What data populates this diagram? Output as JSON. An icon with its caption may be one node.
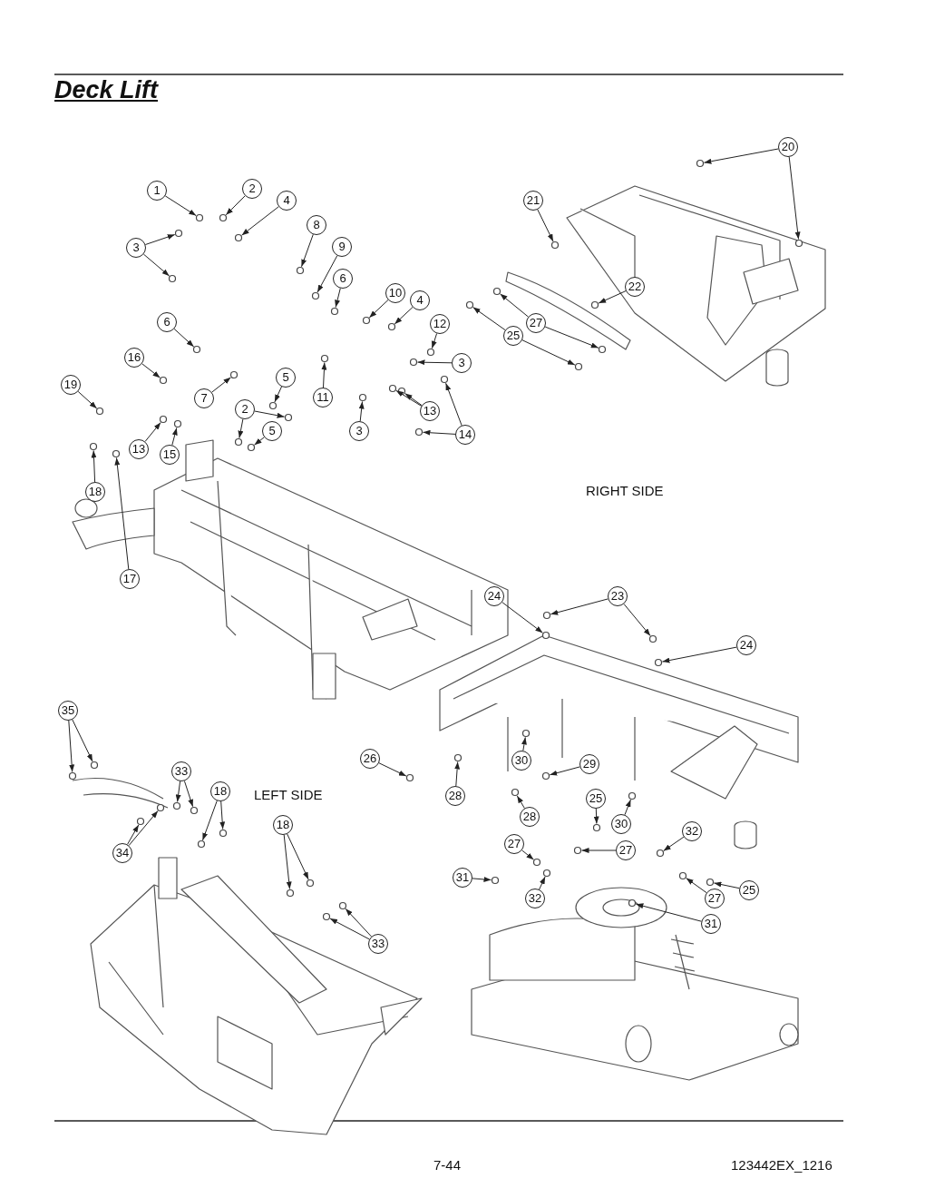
{
  "diagram": {
    "title": "Deck Lift",
    "nodes": [
      {
        "text": [
          "1"
        ]
      },
      {
        "text": [
          "2"
        ]
      },
      {
        "text": [
          "4"
        ]
      },
      {
        "text": [
          "3"
        ]
      },
      {
        "text": [
          "8"
        ]
      },
      {
        "text": [
          "9"
        ]
      },
      {
        "text": [
          "6"
        ]
      },
      {
        "text": [
          "10"
        ]
      },
      {
        "text": [
          "4"
        ]
      },
      {
        "text": [
          "12"
        ]
      },
      {
        "text": [
          "6"
        ]
      },
      {
        "text": [
          "16"
        ]
      },
      {
        "text": [
          "3"
        ]
      },
      {
        "text": [
          "19"
        ]
      },
      {
        "text": [
          "5"
        ]
      },
      {
        "text": [
          "7"
        ]
      },
      {
        "text": [
          "11"
        ]
      },
      {
        "text": [
          "2"
        ]
      },
      {
        "text": [
          "13"
        ]
      },
      {
        "text": [
          "5"
        ]
      },
      {
        "text": [
          "3"
        ]
      },
      {
        "text": [
          "14"
        ]
      },
      {
        "text": [
          "13"
        ]
      },
      {
        "text": [
          "15"
        ]
      },
      {
        "text": [
          "18"
        ]
      },
      {
        "text": [
          "17"
        ]
      },
      {
        "text": [
          "20"
        ]
      },
      {
        "text": [
          "21"
        ]
      },
      {
        "text": [
          "22"
        ]
      },
      {
        "text": [
          "27"
        ]
      },
      {
        "text": [
          "25"
        ]
      },
      {
        "text": [
          "24"
        ]
      },
      {
        "text": [
          "23"
        ]
      },
      {
        "text": [
          "24"
        ]
      },
      {
        "text": [
          "35"
        ]
      },
      {
        "text": [
          "26"
        ]
      },
      {
        "text": [
          "30"
        ]
      },
      {
        "text": [
          "29"
        ]
      },
      {
        "text": [
          "33"
        ]
      },
      {
        "text": [
          "18"
        ]
      },
      {
        "text": [
          "28"
        ]
      },
      {
        "text": [
          "25"
        ]
      },
      {
        "text": [
          "28"
        ]
      },
      {
        "text": [
          "30"
        ]
      },
      {
        "text": [
          "18"
        ]
      },
      {
        "text": [
          "32"
        ]
      },
      {
        "text": [
          "27"
        ]
      },
      {
        "text": [
          "27"
        ]
      },
      {
        "text": [
          "34"
        ]
      },
      {
        "text": [
          "31"
        ]
      },
      {
        "text": [
          "25"
        ]
      },
      {
        "text": [
          "32"
        ]
      },
      {
        "text": [
          "27"
        ]
      },
      {
        "text": [
          "31"
        ]
      },
      {
        "text": [
          "33"
        ]
      },
      {
        "text": [],
        "shape": "circle"
      },
      {
        "text": [],
        "shape": "circle"
      },
      {
        "text": [],
        "shape": "circle"
      },
      {
        "text": [],
        "shape": "circle"
      },
      {
        "text": [],
        "shape": "circle"
      },
      {
        "text": [],
        "shape": "circle"
      },
      {
        "text": [],
        "shape": "circle"
      },
      {
        "text": [],
        "shape": "circle"
      },
      {
        "text": [],
        "shape": "circle"
      },
      {
        "text": [],
        "shape": "circle"
      },
      {
        "text": [],
        "shape": "circle"
      },
      {
        "text": [],
        "shape": "circle"
      },
      {
        "text": [],
        "shape": "circle"
      },
      {
        "text": [],
        "shape": "circle"
      },
      {
        "text": [],
        "shape": "circle"
      },
      {
        "text": [],
        "shape": "circle"
      },
      {
        "text": [],
        "shape": "circle"
      },
      {
        "text": [],
        "shape": "circle"
      },
      {
        "text": [],
        "shape": "circle"
      },
      {
        "text": [],
        "shape": "circle"
      },
      {
        "text": [],
        "shape": "circle"
      },
      {
        "text": [],
        "shape": "circle"
      },
      {
        "text": [],
        "shape": "circle"
      },
      {
        "text": [],
        "shape": "circle"
      },
      {
        "text": [],
        "shape": "circle"
      },
      {
        "text": [],
        "shape": "circle"
      },
      {
        "text": [],
        "shape": "circle"
      },
      {
        "text": [],
        "shape": "circle"
      },
      {
        "text": [],
        "shape": "circle"
      },
      {
        "text": [],
        "shape": "circle"
      },
      {
        "text": [],
        "shape": "circle"
      },
      {
        "text": [],
        "shape": "circle"
      },
      {
        "text": [],
        "shape": "circle"
      },
      {
        "text": [],
        "shape": "circle"
      },
      {
        "text": [],
        "shape": "circle"
      },
      {
        "text": [],
        "shape": "circle"
      },
      {
        "text": [],
        "shape": "circle"
      },
      {
        "text": [],
        "shape": "circle"
      },
      {
        "text": [],
        "shape": "circle"
      },
      {
        "text": [],
        "shape": "circle"
      },
      {
        "text": [],
        "shape": "circle"
      },
      {
        "text": [],
        "shape": "circle"
      },
      {
        "text": [],
        "shape": "circle"
      },
      {
        "text": [],
        "shape": "circle"
      },
      {
        "text": [],
        "shape": "circle"
      },
      {
        "text": [],
        "shape": "circle"
      },
      {
        "text": [],
        "shape": "circle"
      },
      {
        "text": [],
        "shape": "circle"
      },
      {
        "text": [],
        "shape": "circle"
      },
      {
        "text": [],
        "shape": "circle"
      },
      {
        "text": [],
        "shape": "circle"
      },
      {
        "text": [],
        "shape": "circle"
      },
      {
        "text": [],
        "shape": "circle"
      },
      {
        "text": [],
        "shape": "circle"
      },
      {
        "text": [],
        "shape": "circle"
      },
      {
        "text": [],
        "shape": "circle"
      },
      {
        "text": [],
        "shape": "circle"
      },
      {
        "text": [],
        "shape": "circle"
      },
      {
        "text": [],
        "shape": "circle"
      },
      {
        "text": [],
        "shape": "circle"
      },
      {
        "text": [],
        "shape": "circle"
      },
      {
        "text": [],
        "shape": "circle"
      },
      {
        "text": [],
        "shape": "circle"
      },
      {
        "text": [],
        "shape": "circle"
      },
      {
        "text": [],
        "shape": "circle"
      },
      {
        "text": [],
        "shape": "circle"
      },
      {
        "text": [],
        "shape": "circle"
      },
      {
        "text": [],
        "shape": "circle"
      },
      {
        "text": [],
        "shape": "circle"
      }
    ],
    "edges": [
      {
        "from": 0,
        "to": 55,
        "arrow": "to"
      },
      {
        "from": 1,
        "to": 56,
        "arrow": "to"
      },
      {
        "from": 2,
        "to": 57,
        "arrow": "to"
      },
      {
        "from": 3,
        "to": 58,
        "arrow": "to"
      },
      {
        "from": 3,
        "to": 59,
        "arrow": "to"
      },
      {
        "from": 4,
        "to": 60,
        "arrow": "to"
      },
      {
        "from": 5,
        "to": 61,
        "arrow": "to"
      },
      {
        "from": 6,
        "to": 62,
        "arrow": "to"
      },
      {
        "from": 7,
        "to": 63,
        "arrow": "to"
      },
      {
        "from": 8,
        "to": 64,
        "arrow": "to"
      },
      {
        "from": 9,
        "to": 65,
        "arrow": "to"
      },
      {
        "from": 10,
        "to": 66,
        "arrow": "to"
      },
      {
        "from": 11,
        "to": 67,
        "arrow": "to"
      },
      {
        "from": 12,
        "to": 68,
        "arrow": "to"
      },
      {
        "from": 13,
        "to": 69,
        "arrow": "to"
      },
      {
        "from": 14,
        "to": 70,
        "arrow": "to"
      },
      {
        "from": 15,
        "to": 71,
        "arrow": "to"
      },
      {
        "from": 16,
        "to": 72,
        "arrow": "to"
      },
      {
        "from": 17,
        "to": 73,
        "arrow": "to"
      },
      {
        "from": 17,
        "to": 74,
        "arrow": "to"
      },
      {
        "from": 18,
        "to": 75,
        "arrow": "to"
      },
      {
        "from": 18,
        "to": 76,
        "arrow": "to"
      },
      {
        "from": 19,
        "to": 77,
        "arrow": "to"
      },
      {
        "from": 20,
        "to": 78,
        "arrow": "to"
      },
      {
        "from": 21,
        "to": 79,
        "arrow": "to"
      },
      {
        "from": 21,
        "to": 80,
        "arrow": "to"
      },
      {
        "from": 22,
        "to": 81,
        "arrow": "to"
      },
      {
        "from": 23,
        "to": 82,
        "arrow": "to"
      },
      {
        "from": 24,
        "to": 83,
        "arrow": "to"
      },
      {
        "from": 25,
        "to": 84,
        "arrow": "to"
      },
      {
        "from": 26,
        "to": 85,
        "arrow": "to"
      },
      {
        "from": 26,
        "to": 86,
        "arrow": "to"
      },
      {
        "from": 27,
        "to": 87,
        "arrow": "to"
      },
      {
        "from": 28,
        "to": 88,
        "arrow": "to"
      },
      {
        "from": 29,
        "to": 89,
        "arrow": "to"
      },
      {
        "from": 29,
        "to": 90,
        "arrow": "to"
      },
      {
        "from": 30,
        "to": 91,
        "arrow": "to"
      },
      {
        "from": 30,
        "to": 92,
        "arrow": "to"
      },
      {
        "from": 31,
        "to": 93,
        "arrow": "to"
      },
      {
        "from": 32,
        "to": 94,
        "arrow": "to"
      },
      {
        "from": 32,
        "to": 95,
        "arrow": "to"
      },
      {
        "from": 33,
        "to": 96,
        "arrow": "to"
      },
      {
        "from": 34,
        "to": 97,
        "arrow": "to"
      },
      {
        "from": 34,
        "to": 98,
        "arrow": "to"
      },
      {
        "from": 35,
        "to": 99,
        "arrow": "to"
      },
      {
        "from": 36,
        "to": 100,
        "arrow": "to"
      },
      {
        "from": 37,
        "to": 101,
        "arrow": "to"
      },
      {
        "from": 38,
        "to": 102,
        "arrow": "to"
      },
      {
        "from": 38,
        "to": 103,
        "arrow": "to"
      },
      {
        "from": 39,
        "to": 104,
        "arrow": "to"
      },
      {
        "from": 39,
        "to": 105,
        "arrow": "to"
      },
      {
        "from": 40,
        "to": 106,
        "arrow": "to"
      },
      {
        "from": 41,
        "to": 107,
        "arrow": "to"
      },
      {
        "from": 42,
        "to": 108,
        "arrow": "to"
      },
      {
        "from": 43,
        "to": 109,
        "arrow": "to"
      },
      {
        "from": 44,
        "to": 110,
        "arrow": "to"
      },
      {
        "from": 44,
        "to": 111,
        "arrow": "to"
      },
      {
        "from": 45,
        "to": 112,
        "arrow": "to"
      },
      {
        "from": 46,
        "to": 113,
        "arrow": "to"
      },
      {
        "from": 47,
        "to": 114,
        "arrow": "to"
      },
      {
        "from": 48,
        "to": 115,
        "arrow": "to"
      },
      {
        "from": 48,
        "to": 116,
        "arrow": "to"
      },
      {
        "from": 49,
        "to": 117,
        "arrow": "to"
      },
      {
        "from": 50,
        "to": 118,
        "arrow": "to"
      },
      {
        "from": 51,
        "to": 119,
        "arrow": "to"
      },
      {
        "from": 52,
        "to": 120,
        "arrow": "to"
      },
      {
        "from": 53,
        "to": 121,
        "arrow": "to"
      },
      {
        "from": 54,
        "to": 122,
        "arrow": "to"
      },
      {
        "from": 54,
        "to": 123,
        "arrow": "to"
      }
    ],
    "labels": [
      "RIGHT SIDE",
      "LEFT SIDE",
      "7-44",
      "123442EX_1216"
    ]
  }
}
